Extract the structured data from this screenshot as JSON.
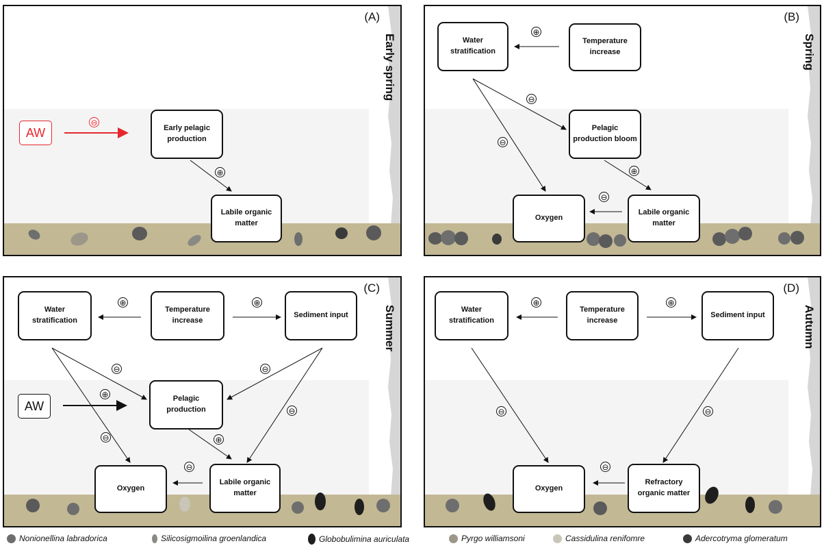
{
  "panels": {
    "a": {
      "letter": "(A)",
      "season": "Early spring",
      "aw": "AW",
      "boxes": {
        "early_pelagic": "Early pelagic production",
        "labile": "Labile organic matter"
      },
      "signs": {
        "aw_arrow": "⊖",
        "pelagic_to_labile": "⊕"
      }
    },
    "b": {
      "letter": "(B)",
      "season": "Spring",
      "boxes": {
        "stratification": "Water stratification",
        "temperature": "Temperature increase",
        "bloom": "Pelagic production bloom",
        "oxygen": "Oxygen",
        "labile": "Labile organic matter"
      },
      "signs": {
        "temp_to_strat": "⊕",
        "strat_to_bloom": "⊖",
        "strat_to_oxygen": "⊖",
        "bloom_to_labile": "⊕",
        "labile_to_oxygen": "⊖"
      }
    },
    "c": {
      "letter": "(C)",
      "season": "Summer",
      "aw": "AW",
      "boxes": {
        "stratification": "Water stratification",
        "temperature": "Temperature increase",
        "sediment": "Sediment input",
        "pelagic": "Pelagic production",
        "oxygen": "Oxygen",
        "labile": "Labile organic matter"
      },
      "signs": {
        "temp_to_strat": "⊕",
        "temp_to_sed": "⊕",
        "strat_to_pelagic": "⊖",
        "sed_to_pelagic": "⊖",
        "aw_to_pelagic": "⊕",
        "strat_to_oxygen": "⊖",
        "sed_to_labile": "⊖",
        "pelagic_to_labile": "⊕",
        "labile_to_oxygen": "⊖"
      }
    },
    "d": {
      "letter": "(D)",
      "season": "Autumn",
      "boxes": {
        "stratification": "Water stratification",
        "temperature": "Temperature increase",
        "sediment": "Sediment input",
        "oxygen": "Oxygen",
        "refractory": "Refractory organic matter"
      },
      "signs": {
        "temp_to_strat": "⊕",
        "temp_to_sed": "⊕",
        "strat_to_oxygen": "⊖",
        "sed_to_refractory": "⊖",
        "refractory_to_oxygen": "⊖"
      }
    }
  },
  "legend": [
    {
      "name": "Nonionellina labradorica",
      "color": "#6e6e6e"
    },
    {
      "name": "Silicosigmoilina groenlandica",
      "color": "#8a8a84"
    },
    {
      "name": "Globobulimina auriculata",
      "color": "#1e1e1e"
    },
    {
      "name": "Pyrgo williamsoni",
      "color": "#9d978a"
    },
    {
      "name": "Cassidulina renifomre",
      "color": "#c9c5b8"
    },
    {
      "name": "Adercotryma glomeratum",
      "color": "#3a3a3a"
    }
  ],
  "colors": {
    "aw_red": "#e5282e",
    "seabed": "#c2b894"
  }
}
